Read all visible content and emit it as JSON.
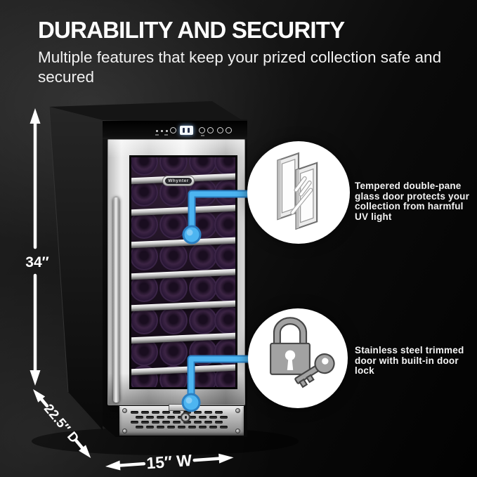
{
  "header": {
    "title": "DURABILITY AND SECURITY",
    "subtitle": "Multiple features that keep your prized collection safe and secured"
  },
  "product": {
    "brand": "Whynter",
    "type": "built-in wine refrigerator",
    "control_panel_icons": [
      "indicator-lights",
      "power-light-button",
      "temperature-display",
      "temp-up-button",
      "temp-down-button",
      "light-button",
      "power-button"
    ]
  },
  "dimensions": {
    "height": "34″",
    "depth": "22.5″ D",
    "width": "15″ W"
  },
  "callouts": [
    {
      "icon": "double-pane-glass-icon",
      "text": "Tempered double-pane glass door protects your collection from harmful UV light"
    },
    {
      "icon": "padlock-key-icon",
      "text": "Stainless steel trimmed door with built-in door lock"
    }
  ],
  "colors": {
    "accent_blue": "#4db5f1",
    "accent_blue_dark": "#2a7fc2",
    "background": "#0b0b0b",
    "text": "#ffffff",
    "callout_circle": "#ffffff",
    "icon_gray": "#a2a2a2",
    "icon_outline": "#454545"
  }
}
